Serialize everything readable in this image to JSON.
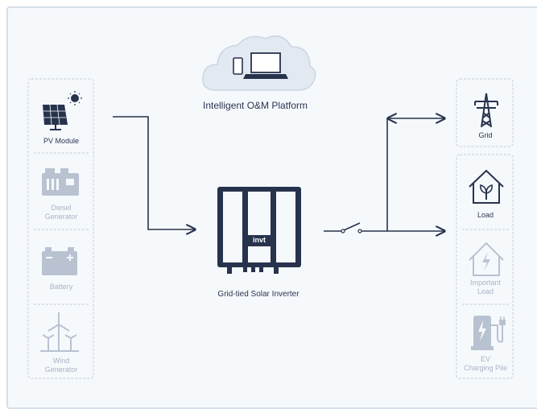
{
  "platform": {
    "label": "Intelligent O&M Platform"
  },
  "inverter": {
    "label": "Grid-tied Solar Inverter",
    "logo": "invt"
  },
  "sources": {
    "pv": "PV Module",
    "diesel_line1": "Diesel",
    "diesel_line2": "Generator",
    "battery": "Battery",
    "wind_line1": "Wind",
    "wind_line2": "Generator"
  },
  "outputs": {
    "grid": "Grid",
    "load": "Load",
    "important_line1": "Important",
    "important_line2": "Load",
    "ev_line1": "EV",
    "ev_line2": "Charging Pile"
  },
  "colors": {
    "active": "#27324d",
    "dim": "#a9b3c4",
    "panel_bg": "#f6f9fc",
    "border": "#d6e0ea",
    "cloud": "#dfe6ef"
  }
}
